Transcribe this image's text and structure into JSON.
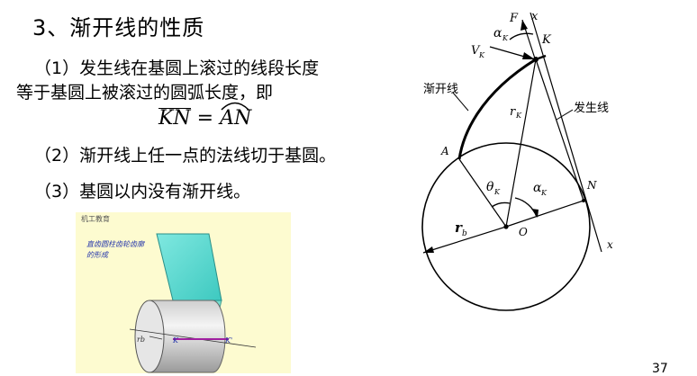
{
  "title": "3、渐开线的性质",
  "items": {
    "p1_line1": "（1）发生线在基圆上滚过的线段长度",
    "p1_line2": "等于基圆上被滚过的圆弧长度，即",
    "formula_left": "KN",
    "formula_eq": " = ",
    "formula_right": "AN",
    "p2": "（2）渐开线上任一点的法线切于基圆。",
    "p3": "（3）基圆以内没有渐开线。"
  },
  "figure": {
    "label_F": "F",
    "label_x_top": "x",
    "label_ak_top": "α",
    "label_ak_top_sub": "K",
    "label_K": "K",
    "label_Vk": "V",
    "label_Vk_sub": "K",
    "label_involute": "渐开线",
    "label_rk": "r",
    "label_rk_sub": "K",
    "label_generating_line": "发生线",
    "label_A": "A",
    "label_N": "N",
    "label_theta": "θ",
    "label_theta_sub": "K",
    "label_ak_bottom": "α",
    "label_ak_bottom_sub": "K",
    "label_rb": "r",
    "label_rb_sub": "b",
    "label_O": "O",
    "label_x_bottom": "x"
  },
  "animation": {
    "caption": "机工教育",
    "note": "直齿圆柱齿轮齿廓的形成",
    "label_rb": "rb",
    "label_K": "K",
    "label_K_prime": "K'"
  },
  "page_number": "37"
}
